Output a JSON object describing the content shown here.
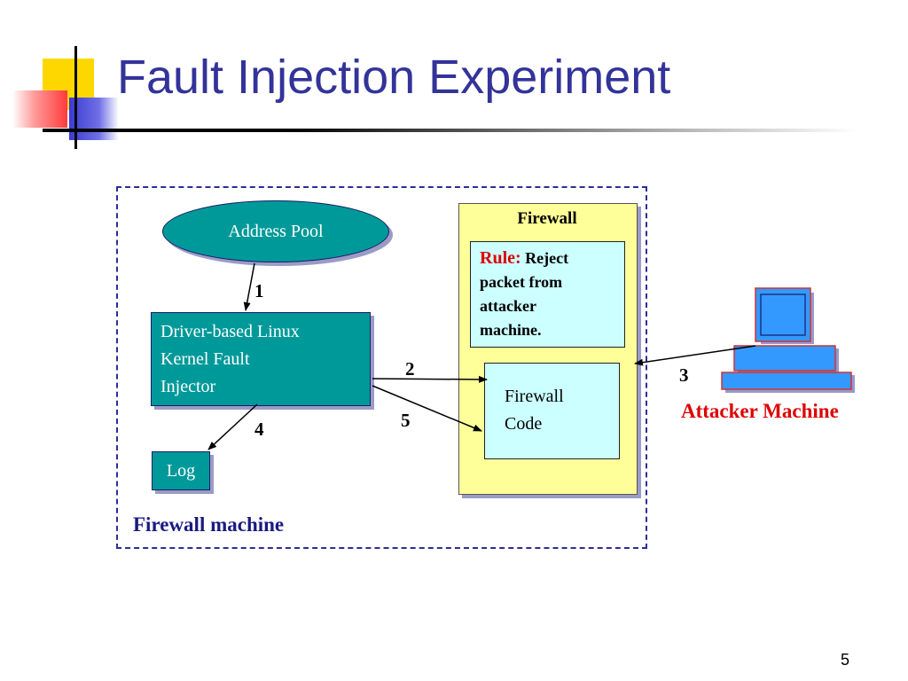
{
  "slide": {
    "title": "Fault Injection Experiment",
    "page_number": "5"
  },
  "diagram": {
    "frame_label": "Firewall machine",
    "address_pool": "Address Pool",
    "injector": [
      "Driver-based Linux",
      "Kernel Fault",
      "Injector"
    ],
    "log": "Log",
    "firewall": {
      "label": "Firewall",
      "rule_key": "Rule:",
      "rule_text": [
        " Reject",
        "packet from",
        "attacker",
        "machine."
      ],
      "code": [
        "Firewall",
        "Code"
      ]
    },
    "attacker": "Attacker Machine",
    "steps": [
      "1",
      "2",
      "3",
      "4",
      "5"
    ]
  },
  "colors": {
    "title": "#33339a",
    "teal": "#009999",
    "firewall_fill": "#ffff99",
    "cyan_fill": "#ccffff",
    "accent_red": "#dd0000",
    "computer_blue": "#3399ff"
  }
}
